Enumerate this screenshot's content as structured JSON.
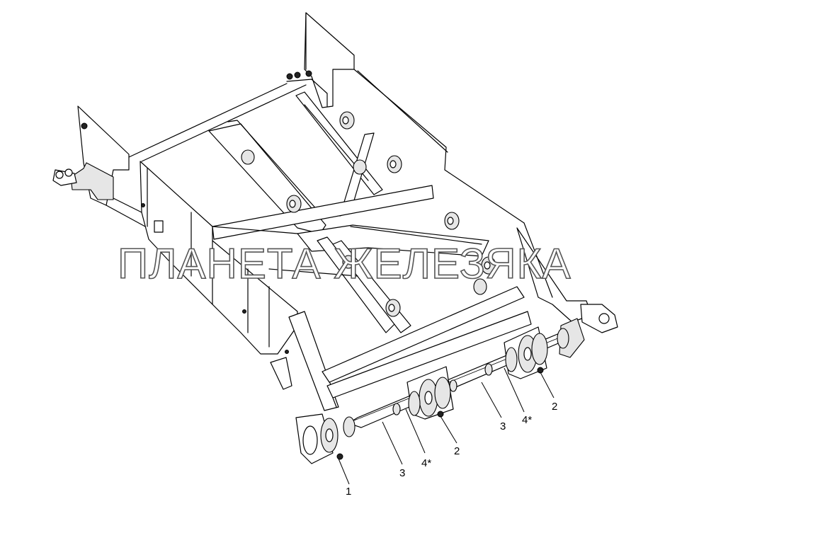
{
  "watermark": "ПЛАНЕТА ЖЕЛЕЗЯКА",
  "callouts": [
    {
      "id": "c1",
      "text": "1"
    },
    {
      "id": "c2a",
      "text": "2"
    },
    {
      "id": "c2b",
      "text": "2"
    },
    {
      "id": "c3a",
      "text": "3"
    },
    {
      "id": "c3b",
      "text": "3"
    },
    {
      "id": "c4a",
      "text": "4*"
    },
    {
      "id": "c4b",
      "text": "4*"
    }
  ],
  "colors": {
    "line": "#000000",
    "background": "#ffffff",
    "watermark_outline": "#555555"
  }
}
